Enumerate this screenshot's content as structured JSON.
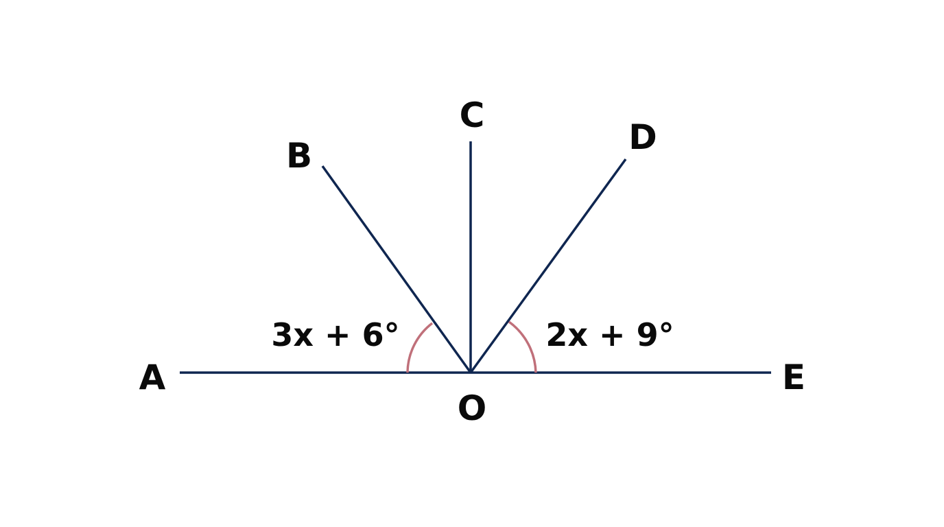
{
  "points": {
    "A": "A",
    "B": "B",
    "C": "C",
    "D": "D",
    "E": "E",
    "O": "O"
  },
  "angles": {
    "left": "3x + 6°",
    "right": "2x + 9°"
  },
  "colors": {
    "lines": "#0f2650",
    "arcs": "#c0707a",
    "text": "#0a0a0a",
    "background": "#ffffff"
  }
}
